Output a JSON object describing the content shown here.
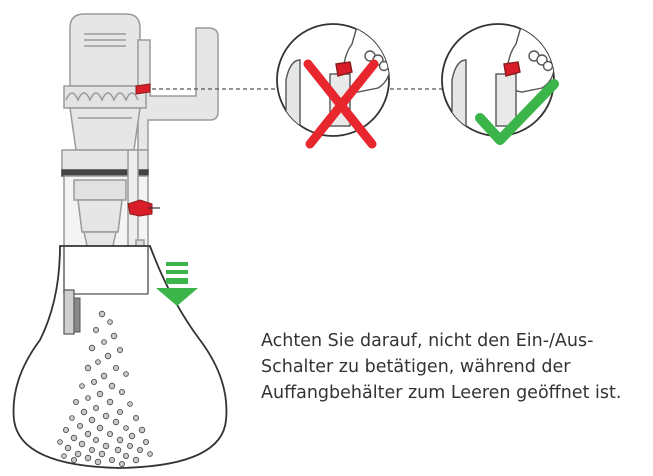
{
  "caption": {
    "lines": [
      "Achten Sie darauf, nicht den Ein-/Aus-",
      "Schalter zu betätigen, während der",
      "Auffangbehälter zum Leeren geöffnet ist."
    ]
  },
  "icons": {
    "incorrect": "red-x-icon",
    "correct": "green-check-icon",
    "direction": "down-arrow-icon"
  },
  "colors": {
    "body_grey": "#e6e6e6",
    "outline": "#9a9a9a",
    "trigger_red": "#d91e2a",
    "wrong_red": "#e8262d",
    "ok_green": "#3bb54a",
    "caption_text": "#333333"
  }
}
